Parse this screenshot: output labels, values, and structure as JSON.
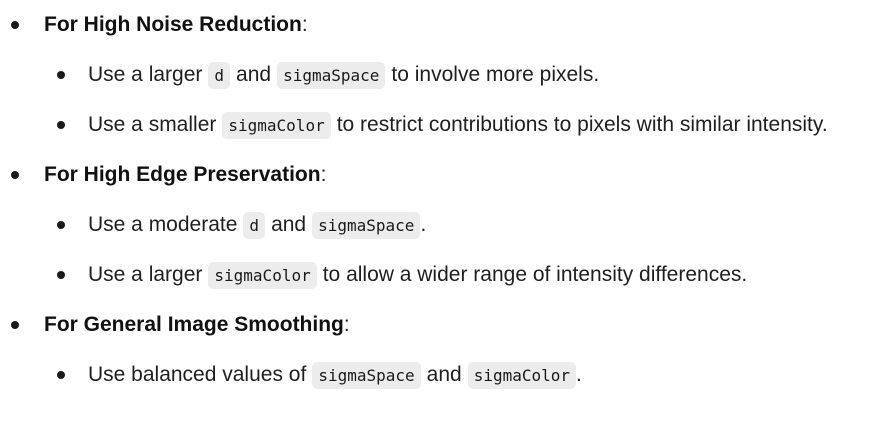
{
  "sections": [
    {
      "heading": "For High Noise Reduction",
      "punct": ":",
      "items": [
        {
          "parts": [
            {
              "t": "text",
              "v": "Use a larger"
            },
            {
              "t": "code",
              "v": "d"
            },
            {
              "t": "text",
              "v": "and"
            },
            {
              "t": "code",
              "v": "sigmaSpace"
            },
            {
              "t": "text",
              "v": "to involve more pixels."
            }
          ]
        },
        {
          "parts": [
            {
              "t": "text",
              "v": "Use a smaller"
            },
            {
              "t": "code",
              "v": "sigmaColor"
            },
            {
              "t": "text",
              "v": "to restrict contributions to pixels with similar intensity."
            }
          ]
        }
      ]
    },
    {
      "heading": "For High Edge Preservation",
      "punct": ":",
      "items": [
        {
          "parts": [
            {
              "t": "text",
              "v": "Use a moderate"
            },
            {
              "t": "code",
              "v": "d"
            },
            {
              "t": "text",
              "v": "and"
            },
            {
              "t": "code",
              "v": "sigmaSpace"
            },
            {
              "t": "text",
              "v": "."
            }
          ]
        },
        {
          "parts": [
            {
              "t": "text",
              "v": "Use a larger"
            },
            {
              "t": "code",
              "v": "sigmaColor"
            },
            {
              "t": "text",
              "v": "to allow a wider range of intensity differences."
            }
          ]
        }
      ]
    },
    {
      "heading": "For General Image Smoothing",
      "punct": ":",
      "items": [
        {
          "parts": [
            {
              "t": "text",
              "v": "Use balanced values of"
            },
            {
              "t": "code",
              "v": "sigmaSpace"
            },
            {
              "t": "text",
              "v": "and"
            },
            {
              "t": "code",
              "v": "sigmaColor"
            },
            {
              "t": "text",
              "v": "."
            }
          ]
        }
      ]
    }
  ]
}
